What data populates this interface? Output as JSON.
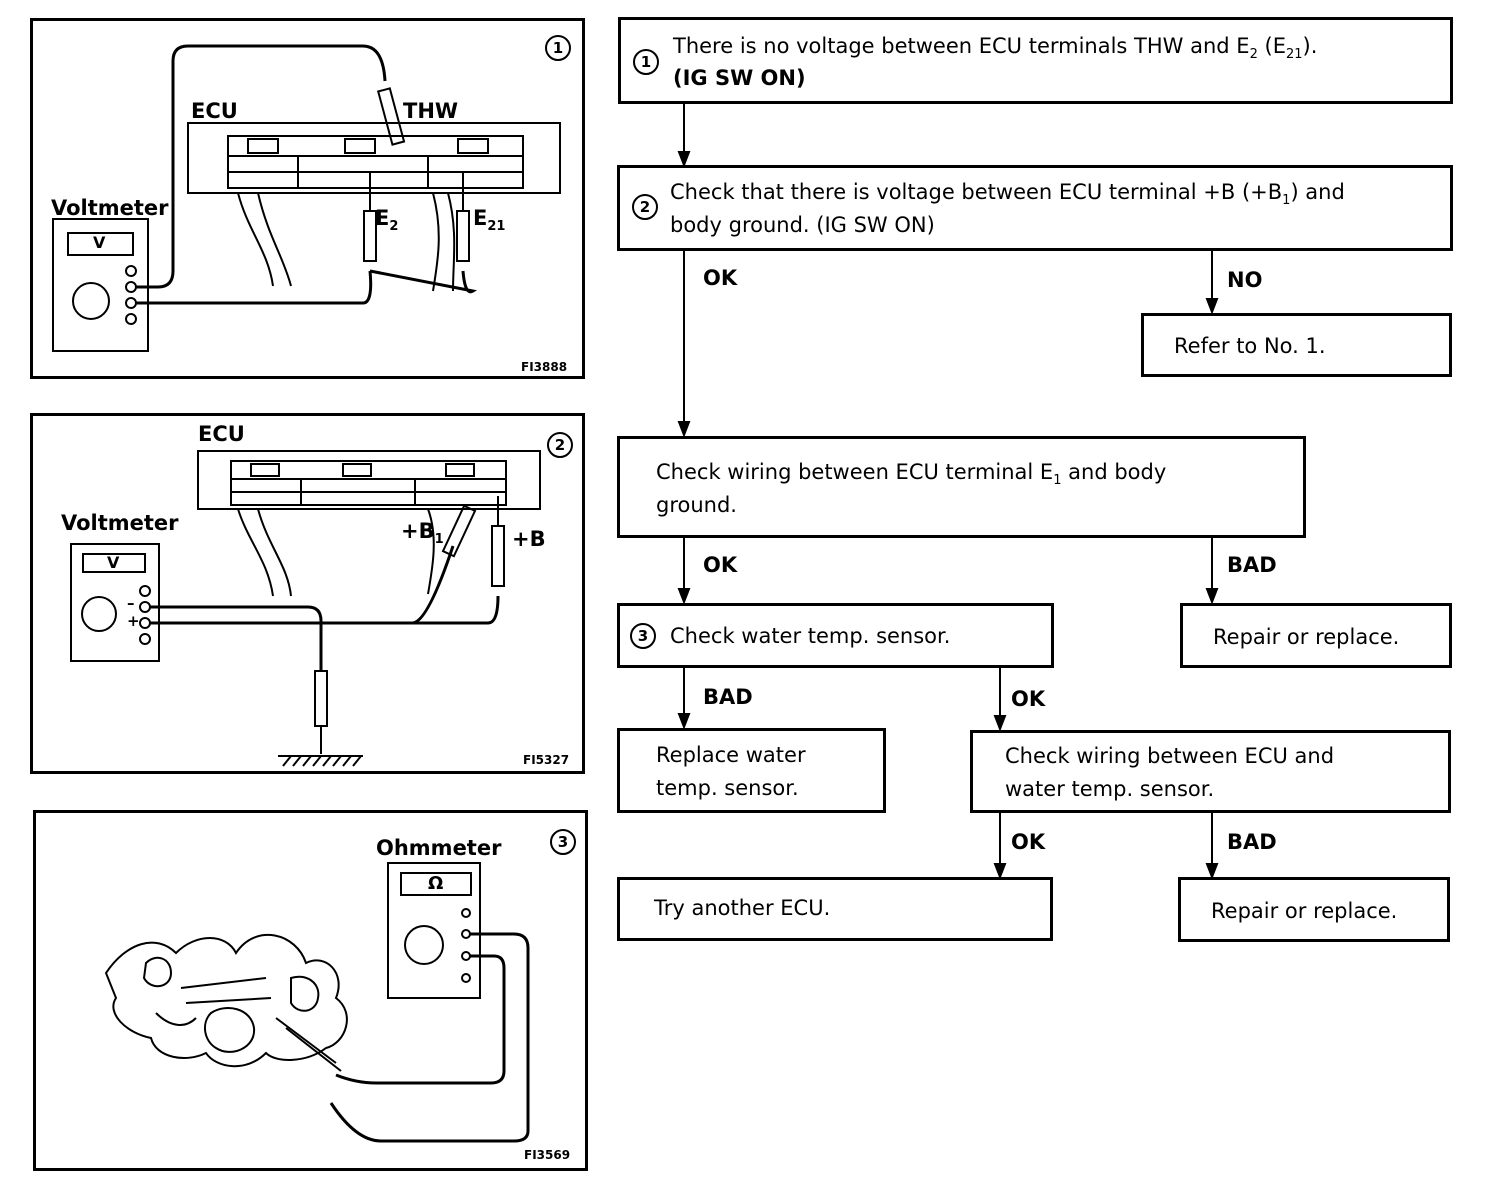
{
  "panels": [
    {
      "num": "1",
      "code": "FI3888",
      "labels": {
        "ecu": "ECU",
        "thw": "THW",
        "meter": "Voltmeter",
        "unit": "V",
        "e2": "E",
        "e2sub": "2",
        "e21": "E",
        "e21sub": "21"
      }
    },
    {
      "num": "2",
      "code": "FI5327",
      "labels": {
        "ecu": "ECU",
        "meter": "Voltmeter",
        "unit": "V",
        "minus": "–",
        "plus": "+",
        "b1": "+B",
        "b1sub": "1",
        "b": "+B"
      }
    },
    {
      "num": "3",
      "code": "FI3569",
      "labels": {
        "meter": "Ohmmeter",
        "unit": "Ω"
      }
    }
  ],
  "flow": {
    "step1": {
      "num": "1",
      "line1": "There is no voltage between ECU terminals THW and E",
      "line1_sub1": "2",
      "line1_mid": " (E",
      "line1_sub2": "21",
      "line1_end": ").",
      "line2": "(IG  SW  ON)"
    },
    "step2": {
      "num": "2",
      "line1": "Check that there is voltage between ECU terminal +B (+B",
      "line1_sub": "1",
      "line1_end": ") and",
      "line2": "body ground.  (IG  SW  ON)"
    },
    "refer": "Refer to No. 1.",
    "wiring_e1": {
      "line1": "Check wiring between ECU terminal E",
      "line1_sub": "1",
      "line1_end": " and body",
      "line2": "ground."
    },
    "step3": {
      "num": "3",
      "text": "Check water temp. sensor."
    },
    "repair1": "Repair or replace.",
    "replace_sensor": {
      "line1": "Replace water",
      "line2": "temp. sensor."
    },
    "wiring_sensor": {
      "line1": "Check wiring between ECU and",
      "line2": "water temp. sensor."
    },
    "try_ecu": "Try another ECU.",
    "repair2": "Repair or replace.",
    "edges": {
      "ok1": "OK",
      "no1": "NO",
      "ok2": "OK",
      "bad1": "BAD",
      "bad2": "BAD",
      "ok3": "OK",
      "ok4": "OK",
      "bad3": "BAD"
    }
  }
}
